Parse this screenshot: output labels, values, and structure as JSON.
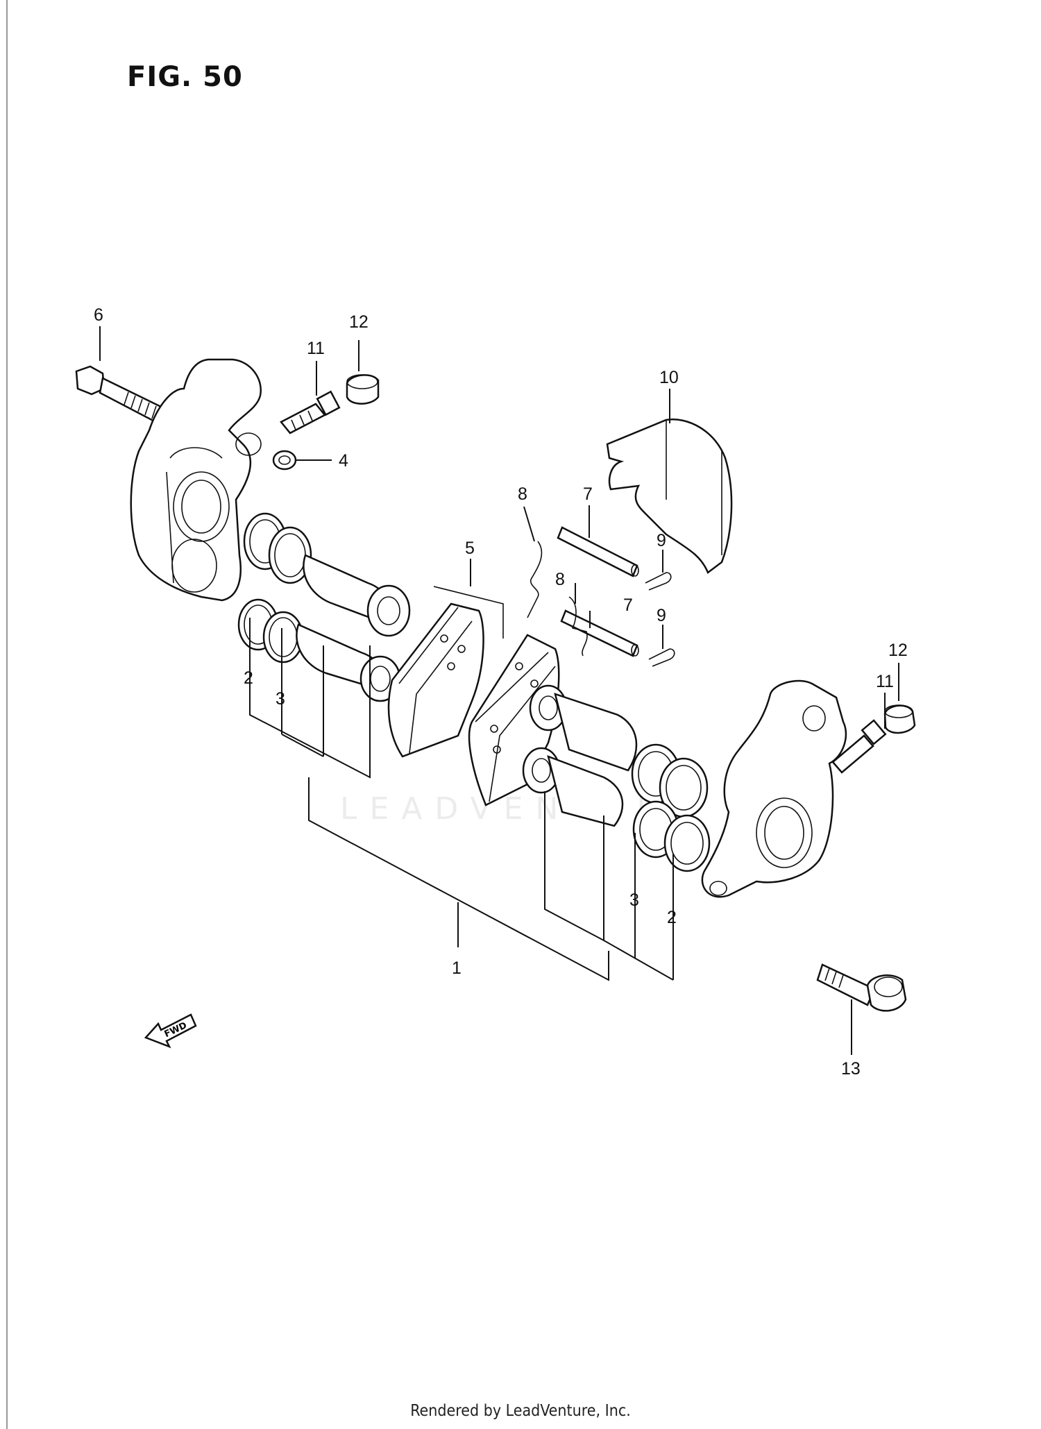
{
  "figure": {
    "title": "FIG. 50"
  },
  "watermark": "LEADVENTURE",
  "footer": {
    "text": "Rendered by LeadVenture, Inc."
  },
  "fwd_arrow": {
    "label": "FWD"
  },
  "callouts": [
    {
      "id": "c1",
      "label": "1"
    },
    {
      "id": "c2a",
      "label": "2"
    },
    {
      "id": "c2b",
      "label": "2"
    },
    {
      "id": "c3a",
      "label": "3"
    },
    {
      "id": "c3b",
      "label": "3"
    },
    {
      "id": "c4",
      "label": "4"
    },
    {
      "id": "c5",
      "label": "5"
    },
    {
      "id": "c6",
      "label": "6"
    },
    {
      "id": "c7a",
      "label": "7"
    },
    {
      "id": "c7b",
      "label": "7"
    },
    {
      "id": "c8a",
      "label": "8"
    },
    {
      "id": "c8b",
      "label": "8"
    },
    {
      "id": "c9a",
      "label": "9"
    },
    {
      "id": "c9b",
      "label": "9"
    },
    {
      "id": "c10",
      "label": "10"
    },
    {
      "id": "c11a",
      "label": "11"
    },
    {
      "id": "c11b",
      "label": "11"
    },
    {
      "id": "c12a",
      "label": "12"
    },
    {
      "id": "c12b",
      "label": "12"
    },
    {
      "id": "c13",
      "label": "13"
    }
  ]
}
